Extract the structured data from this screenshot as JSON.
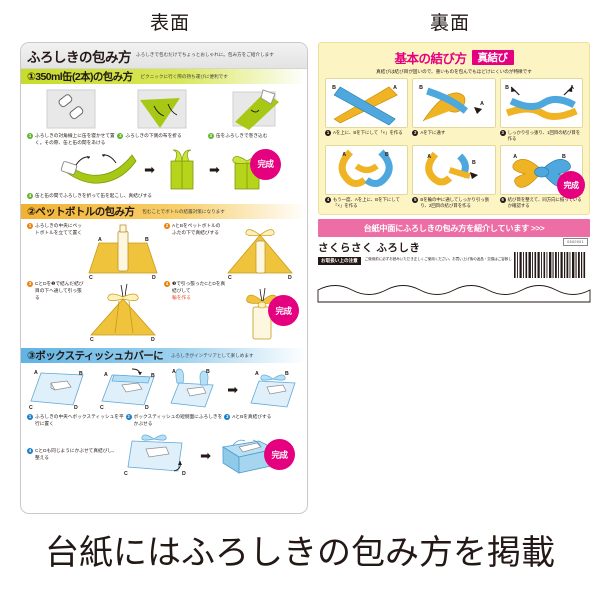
{
  "panels": {
    "front_label": "表面",
    "back_label": "裏面"
  },
  "front": {
    "title": "ふろしきの包み方",
    "subtitle": "ふろしきで包むだけでちょっとおしゃれに。包み方をご紹介します",
    "sections": [
      {
        "heading": "①350ml缶(2本)の包み方",
        "note": "ピクニックに行く際の持ち運びに便利です",
        "accent": "#c7dc2a",
        "steps": [
          {
            "num": "❶",
            "text": "ふろしきの対角線上に缶を寝かせて置く。その際、缶と缶の間をあける"
          },
          {
            "num": "❷",
            "text": "ふろしきの下側の布を折る"
          },
          {
            "num": "❸",
            "text": "缶をふろしきで巻き込む"
          },
          {
            "num": "❹",
            "text": "缶と缶の間でふろしきを折って缶を起こし、真結びする"
          }
        ],
        "done_label": "完成"
      },
      {
        "heading": "②ペットボトルの包み方",
        "note": "包むことでボトルの結露対策になります",
        "accent": "#f2b233",
        "steps": [
          {
            "num": "❶",
            "text": "ふろしきの中央にペットボトルを立てて置く"
          },
          {
            "num": "❷",
            "text": "AとBをペットボトルのふたの下で真結びする"
          },
          {
            "num": "❸",
            "text": "CとDを❷で結んだ結び目の下へ通して引っ張る"
          },
          {
            "num": "❹",
            "text": "❸で引っ張ったCとDを真結びして"
          }
        ],
        "step4_highlight": "輪を作る",
        "corner_labels": [
          "A",
          "B",
          "C",
          "D"
        ],
        "done_label": "完成"
      },
      {
        "heading": "③ボックスティッシュカバーに",
        "note": "ふろしきがインテリアとして楽しめます",
        "accent": "#5fb3e4",
        "steps": [
          {
            "num": "❶",
            "text": "ふろしきの中央へボックスティッシュを平行に置く"
          },
          {
            "num": "❷",
            "text": "ボックスティッシュの短側面にふろしきをかぶせる"
          },
          {
            "num": "❸",
            "text": "AとBを真結びする"
          },
          {
            "num": "❹",
            "text": "CとDも同じようにかぶせて真結びし、整える"
          }
        ],
        "corner_labels": [
          "A",
          "B",
          "C",
          "D"
        ],
        "done_label": "完成"
      }
    ]
  },
  "back": {
    "knot_title": "基本の結び方",
    "knot_badge": "真結び",
    "knot_subtitle": "真結びは結び目が固いので、重いものを包んでもほどけにくいのが特徴です",
    "knot_steps": [
      {
        "num": "❶",
        "text": "Aを上に、Bを下にして「×」を作る",
        "labels": [
          "B",
          "A"
        ]
      },
      {
        "num": "❷",
        "text": "Aを下に通す",
        "labels": [
          "B",
          "A"
        ]
      },
      {
        "num": "❸",
        "text": "しっかり引っ張り、1回目の結び目を作る",
        "labels": [
          "B",
          "A"
        ]
      },
      {
        "num": "❹",
        "text": "もう一度、Aを上に、Bを下にして「×」を作る",
        "labels": [
          "A",
          "B"
        ]
      },
      {
        "num": "❺",
        "text": "Bを輪の中に通してしっかり引っ張り、2回目の結び目を作る",
        "labels": [
          "A",
          "B"
        ]
      },
      {
        "num": "❻",
        "text": "結び目を整えて、同方向に揃っているか確認する",
        "labels": [
          "A",
          "B"
        ]
      }
    ],
    "done_label": "完成",
    "banner": "台紙中面にふろしきの包み方を紹介しています  >>>",
    "product_name": "さくらさく ふろしき",
    "care_label": "お取扱い上の注意",
    "care_text": "ご使用前に必ずお読みいただき正しくご使用ください。お買い上げ後の返品・交換はご容赦してください。",
    "code": "0500001"
  },
  "bottom_caption": "台紙にはふろしきの包み方を掲載",
  "colors": {
    "accent_pink": "#e5007f",
    "banner_pink": "#ec6ea4",
    "green": "#c7dc2a",
    "orange": "#f2b233",
    "blue": "#5fb3e4",
    "yellow_bg": "#fdf4c4"
  }
}
